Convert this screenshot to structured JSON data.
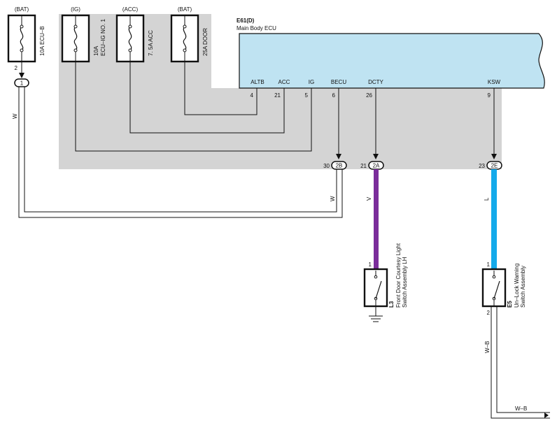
{
  "power_labels": {
    "bat1": "(BAT)",
    "ig": "(IG)",
    "acc": "(ACC)",
    "bat2": "(BAT)"
  },
  "fuses": {
    "ecu_b": "10A ECU–B",
    "ecu_ig_top": "10A",
    "ecu_ig_bottom": "ECU–IG NO. 1",
    "acc": "7. 5A ACC",
    "door": "25A DOOR"
  },
  "ecu": {
    "code": "E61(D)",
    "name": "Main Body ECU"
  },
  "ecu_pins": [
    {
      "name": "ALTB",
      "number": "4"
    },
    {
      "name": "ACC",
      "number": "21"
    },
    {
      "name": "IG",
      "number": "5"
    },
    {
      "name": "BECU",
      "number": "6"
    },
    {
      "name": "DCTY",
      "number": "26"
    },
    {
      "name": "KSW",
      "number": "9"
    }
  ],
  "connectors": {
    "c1": {
      "id": "1",
      "pin": "2"
    },
    "c2b": {
      "id": "2B",
      "pin": "30"
    },
    "c2a": {
      "id": "2A",
      "pin": "21"
    },
    "c2e": {
      "id": "2E",
      "pin": "23"
    }
  },
  "wire_labels": {
    "w_left": "W",
    "w_mid": "W",
    "v": "V",
    "l": "L",
    "wb_vertical": "W–B",
    "wb_bottom": "W–B"
  },
  "wire_colors": {
    "violet": "#7b2d9b",
    "blue": "#14aaeb",
    "ecu_fill": "#bfe3f2",
    "shade": "#d4d4d4"
  },
  "switches": {
    "l3": {
      "code": "L3",
      "pin": "1",
      "name_line1": "Front Door Courtesy Light",
      "name_line2": "Switch Assembly LH"
    },
    "e5": {
      "code": "E5",
      "pin_top": "1",
      "pin_bottom": "2",
      "name_line1": "Un–Lock Warning",
      "name_line2": "Switch Assembly"
    }
  }
}
